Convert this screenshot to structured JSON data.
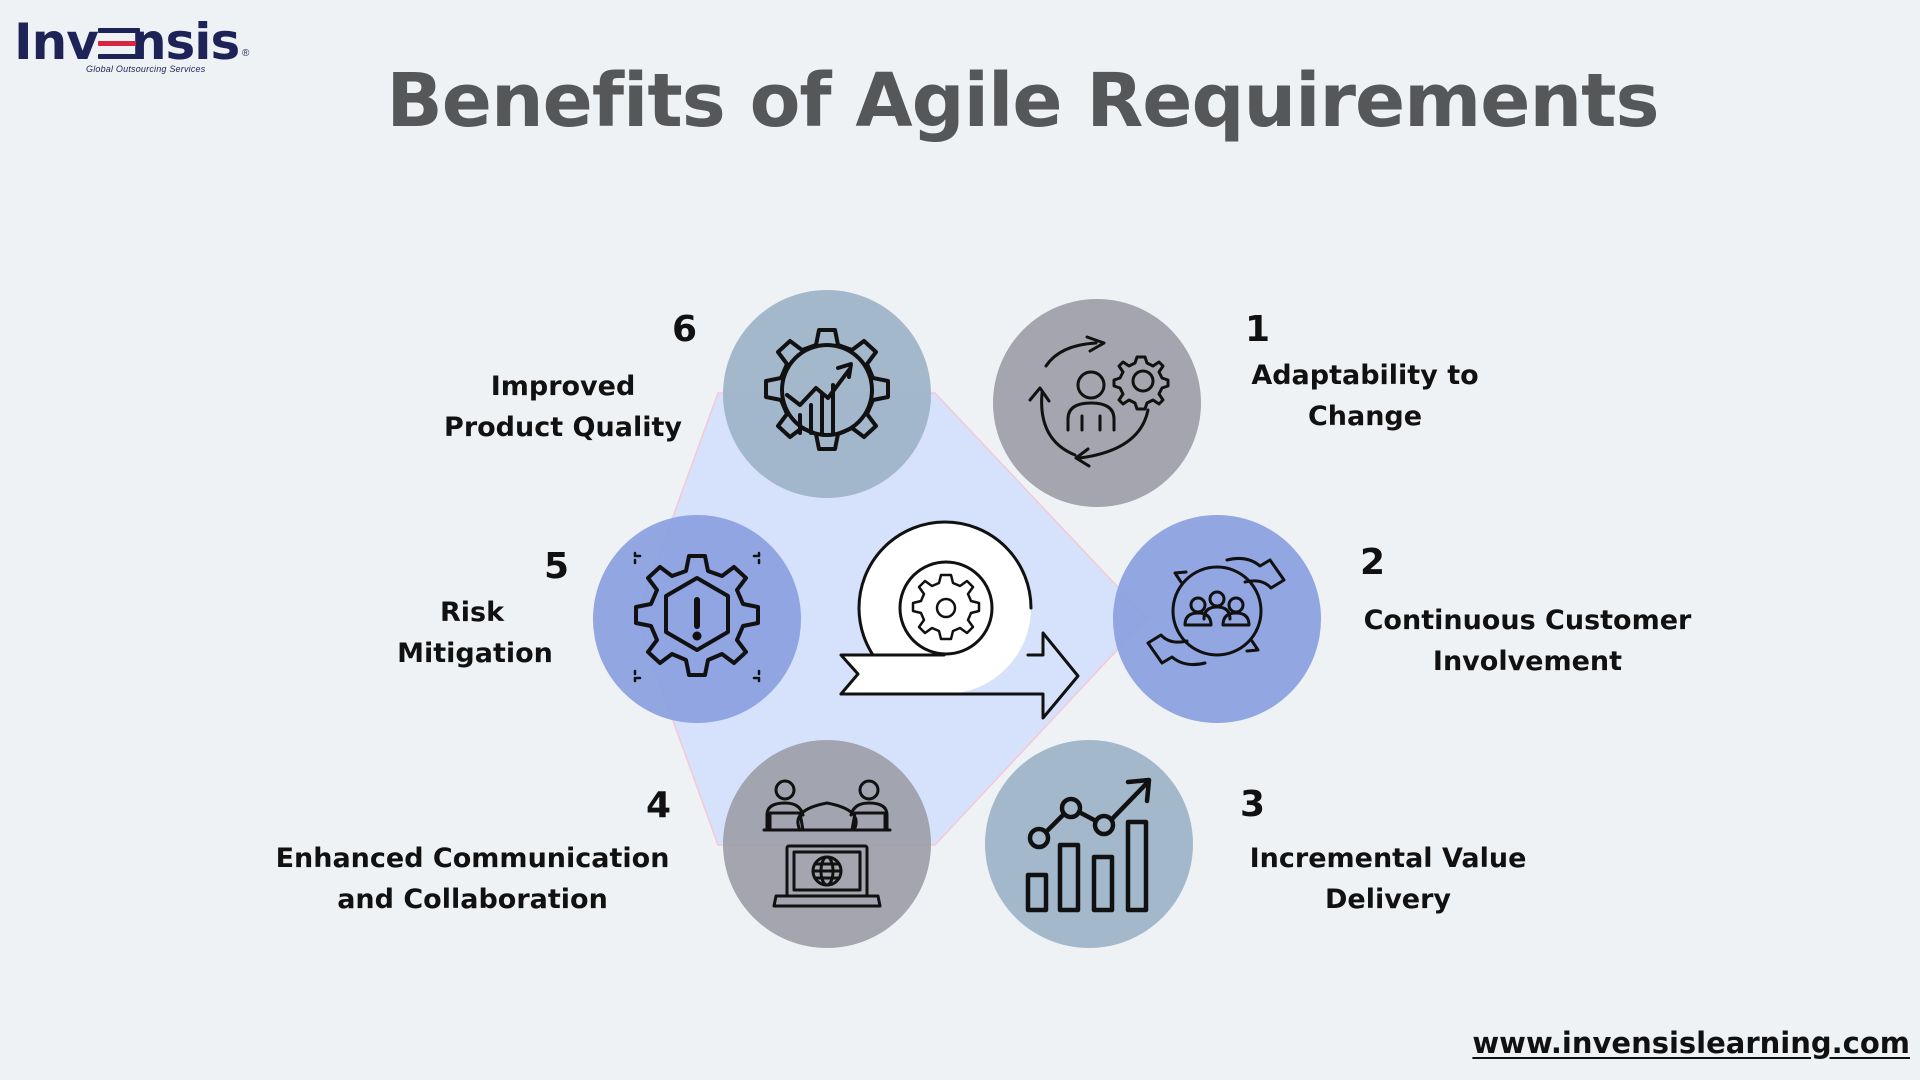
{
  "logo": {
    "wordmark": "Invensis",
    "tagline": "Global Outsourcing Services",
    "registered": "®"
  },
  "title": "Benefits of Agile Requirements",
  "center_icon": "agile-sprint-cycle-icon",
  "colors": {
    "background": "#eff2f5",
    "hexagon": "#d6e2fb",
    "steel_blue": "#9db3c8",
    "gray": "#9d9ea8",
    "periwinkle": "#8a9fe0",
    "title": "#555759",
    "logo_navy": "#1d2357",
    "logo_red": "#d7263d"
  },
  "benefits": [
    {
      "number": "1",
      "line1": "Adaptability to",
      "line2": "Change",
      "icon": "person-cycle-gear-icon",
      "color": "gray"
    },
    {
      "number": "2",
      "line1": "Continuous Customer",
      "line2": "Involvement",
      "icon": "hands-people-cycle-icon",
      "color": "periwinkle"
    },
    {
      "number": "3",
      "line1": "Incremental Value",
      "line2": "Delivery",
      "icon": "growth-bar-chart-icon",
      "color": "steel_blue"
    },
    {
      "number": "4",
      "line1": "Enhanced Communication",
      "line2": "and Collaboration",
      "icon": "team-meeting-laptop-icon",
      "color": "gray"
    },
    {
      "number": "5",
      "line1": "Risk",
      "line2": "Mitigation",
      "icon": "gear-shield-warning-icon",
      "color": "periwinkle"
    },
    {
      "number": "6",
      "line1": "Improved",
      "line2": "Product Quality",
      "icon": "gear-growth-chart-icon",
      "color": "steel_blue"
    }
  ],
  "footer": {
    "url": "www.invensislearning.com"
  }
}
